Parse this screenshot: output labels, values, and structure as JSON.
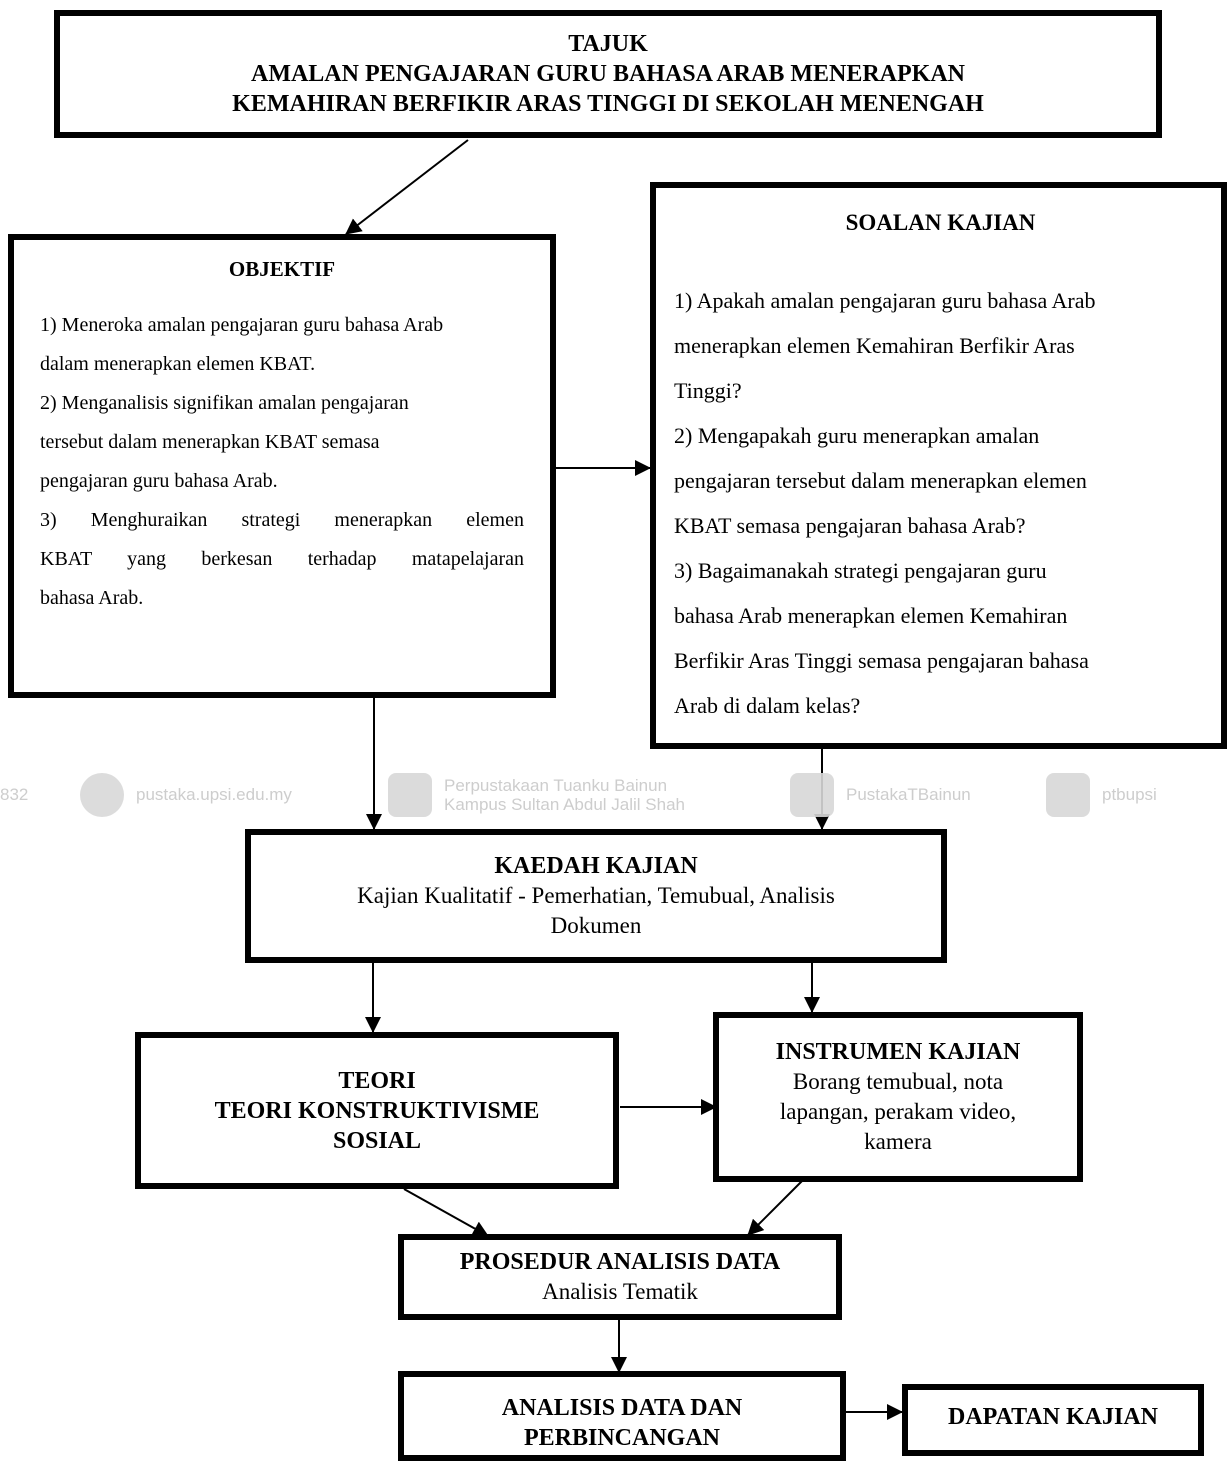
{
  "tajuk": {
    "heading": "TAJUK",
    "title_line1": "AMALAN PENGAJARAN GURU BAHASA ARAB MENERAPKAN",
    "title_line2": "KEMAHIRAN BERFIKIR ARAS TINGGI DI SEKOLAH MENENGAH"
  },
  "objektif": {
    "heading": "OBJEKTIF",
    "lines": [
      "1) Meneroka amalan pengajaran guru bahasa Arab",
      "dalam menerapkan elemen KBAT.",
      "2) Menganalisis signifikan amalan pengajaran",
      "tersebut dalam menerapkan KBAT semasa",
      "pengajaran guru bahasa Arab.",
      "3) Menghuraikan strategi menerapkan elemen",
      "KBAT yang berkesan terhadap matapelajaran",
      "bahasa Arab."
    ]
  },
  "soalan": {
    "heading": "SOALAN KAJIAN",
    "lines": [
      "1) Apakah amalan pengajaran guru bahasa Arab",
      "menerapkan elemen Kemahiran Berfikir Aras",
      "Tinggi?",
      "2) Mengapakah guru menerapkan amalan",
      "pengajaran tersebut dalam menerapkan elemen",
      "KBAT semasa pengajaran bahasa Arab?",
      "3) Bagaimanakah strategi pengajaran guru",
      "bahasa Arab menerapkan elemen Kemahiran",
      "Berfikir Aras Tinggi semasa pengajaran bahasa",
      "Arab di dalam kelas?"
    ]
  },
  "kaedah": {
    "heading": "KAEDAH KAJIAN",
    "line1": "Kajian Kualitatif - Pemerhatian, Temubual, Analisis",
    "line2": "Dokumen"
  },
  "teori": {
    "line1": "TEORI",
    "line2": "TEORI KONSTRUKTIVISME",
    "line3": "SOSIAL"
  },
  "instrumen": {
    "heading": "INSTRUMEN KAJIAN",
    "line1": "Borang temubual, nota",
    "line2": "lapangan, perakam video,",
    "line3": "kamera"
  },
  "prosedur": {
    "heading": "PROSEDUR ANALISIS DATA",
    "line1": "Analisis Tematik"
  },
  "analisis": {
    "line1": "ANALISIS DATA DAN",
    "line2": "PERBINCANGAN"
  },
  "dapatan": {
    "heading": "DAPATAN KAJIAN"
  },
  "watermark": {
    "num": "832",
    "site": "pustaka.upsi.edu.my",
    "library_line1": "Perpustakaan Tuanku Bainun",
    "library_line2": "Kampus Sultan Abdul Jalil Shah",
    "twitter": "PustakaTBainun",
    "instagram": "ptbupsi"
  }
}
